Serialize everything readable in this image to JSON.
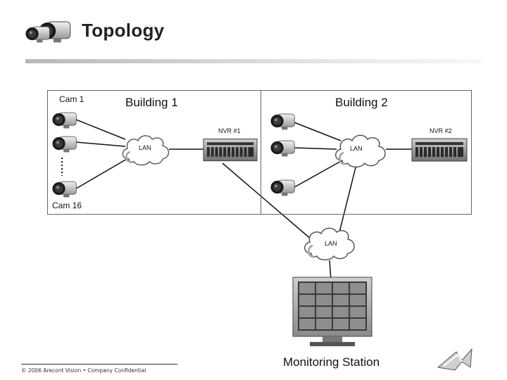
{
  "page": {
    "title": "Topology"
  },
  "buildings": {
    "b1": "Building 1",
    "b2": "Building 2"
  },
  "cameras": {
    "first": "Cam 1",
    "last": "Cam 16"
  },
  "nvrs": {
    "n1": "NVR #1",
    "n2": "NVR #2"
  },
  "lan": {
    "label": "LAN"
  },
  "station": {
    "label": "Monitoring Station"
  },
  "footer": {
    "text": "© 2006 Arecont Vision • Company Confidential"
  },
  "icons": [
    "camera-icon",
    "nvr-server-icon",
    "lan-cloud-icon",
    "monitor-icon",
    "logo-icon"
  ]
}
